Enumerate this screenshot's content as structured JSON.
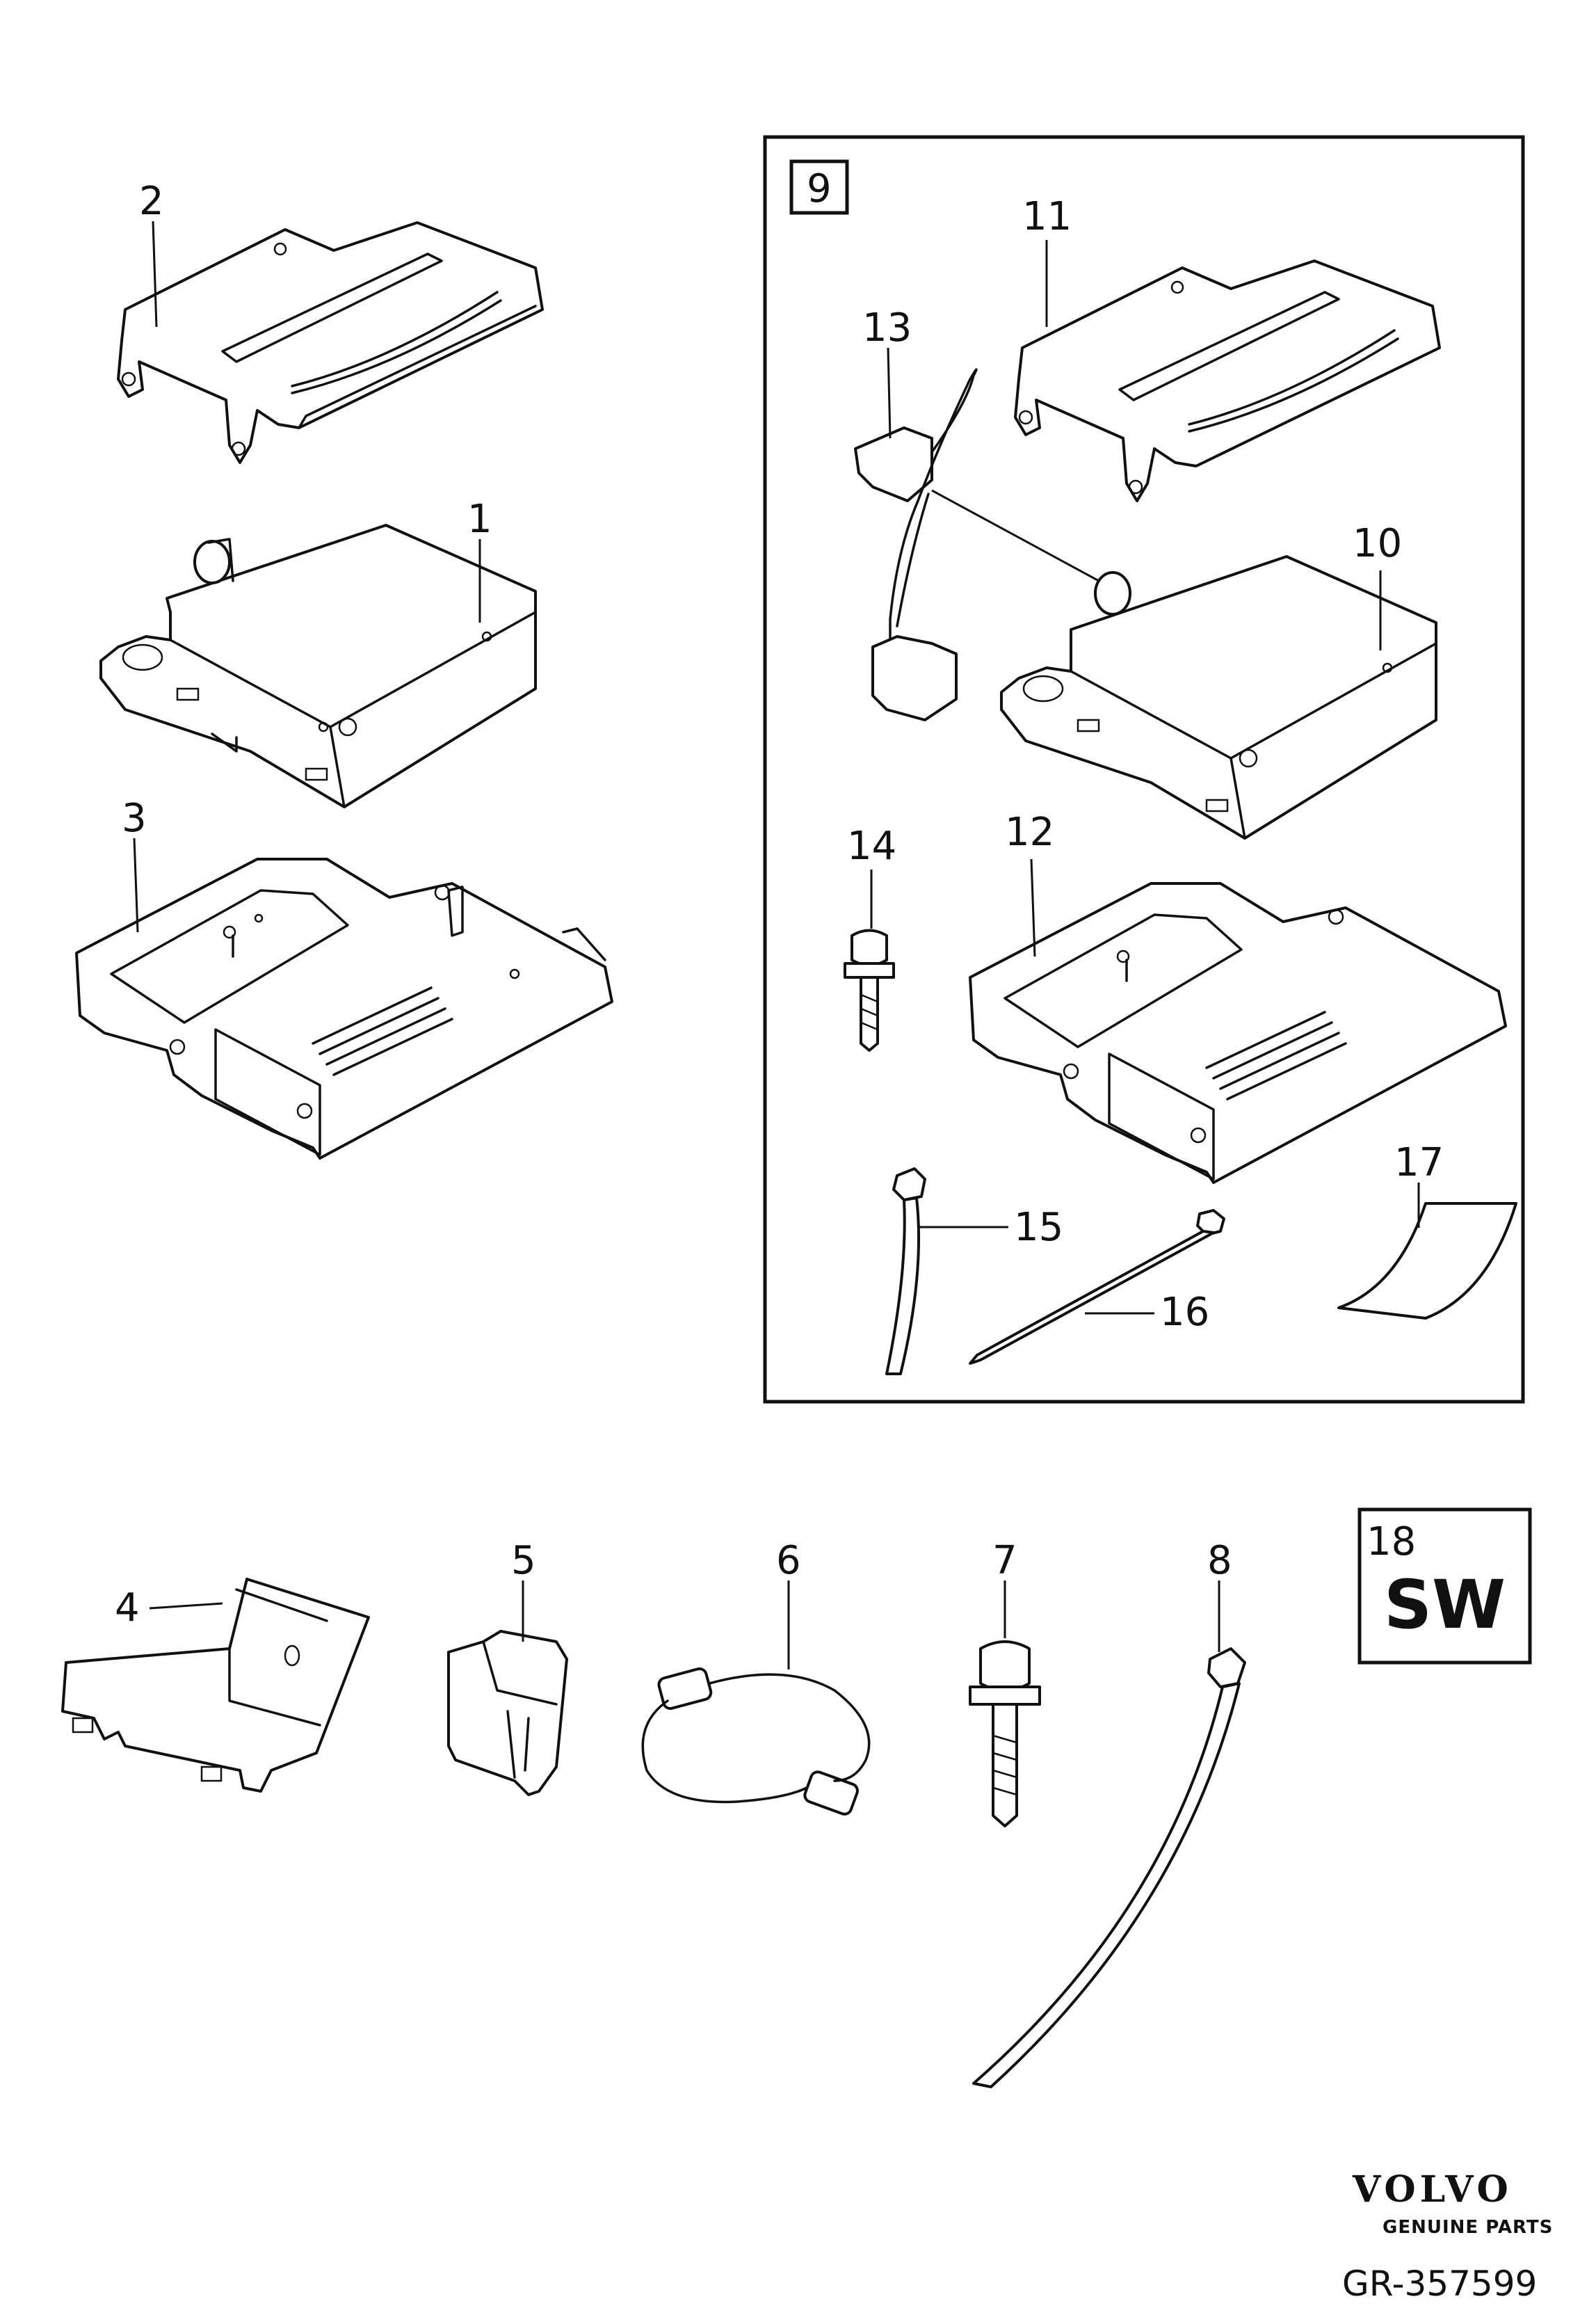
{
  "callouts": {
    "c1": "1",
    "c2": "2",
    "c3": "3",
    "c4": "4",
    "c5": "5",
    "c6": "6",
    "c7": "7",
    "c8": "8",
    "c9": "9",
    "c10": "10",
    "c11": "11",
    "c12": "12",
    "c13": "13",
    "c14": "14",
    "c15": "15",
    "c16": "16",
    "c17": "17",
    "c18": "18"
  },
  "software_badge": {
    "text": "SW"
  },
  "brand": {
    "name": "VOLVO",
    "tagline": "GENUINE PARTS"
  },
  "reference": {
    "code": "GR-357599"
  },
  "icons": [
    "module-box",
    "bracket-cover",
    "mounting-tray",
    "harness-connector",
    "screw",
    "cable-tie",
    "clip",
    "adhesive-tape"
  ]
}
